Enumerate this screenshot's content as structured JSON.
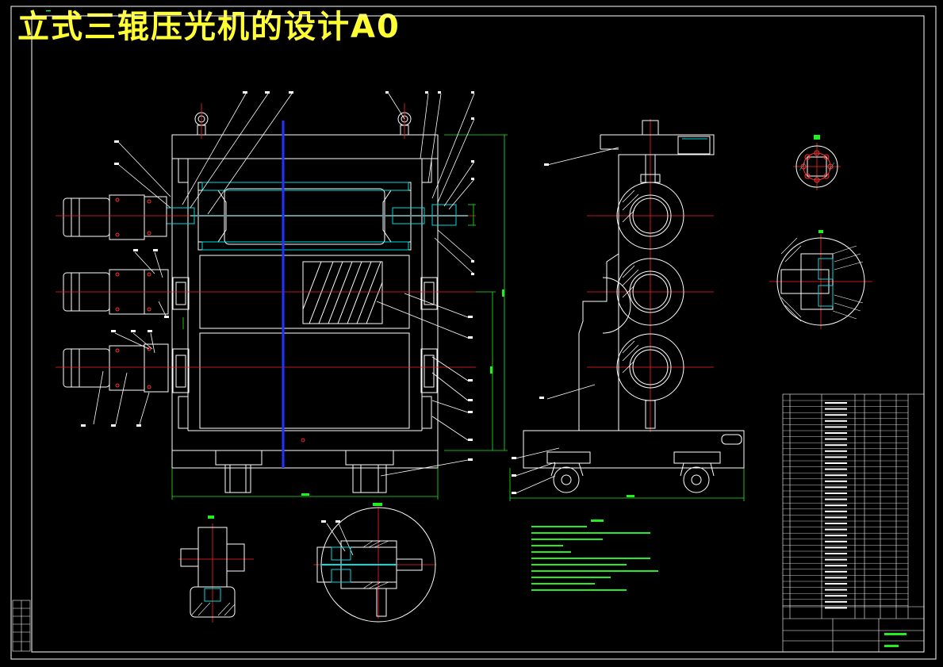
{
  "drawing": {
    "title": "立式三辊压光机的设计A0",
    "colors": {
      "background": "#000000",
      "outline": "#ffffff",
      "title": "#ffff33",
      "centerline": "#ff2222",
      "dimension": "#22ee22",
      "section": "#00dddd",
      "accent": "#2233ff",
      "leader": "#ffffff",
      "hatch": "#ffffff"
    },
    "views": [
      "front-view",
      "side-view",
      "detail-bearing-cap",
      "detail-section-c",
      "detail-section-a",
      "detail-section-b"
    ],
    "icons": [
      "lifting-eye-icon",
      "motor-icon",
      "caster-wheel-icon",
      "roller-icon"
    ]
  }
}
